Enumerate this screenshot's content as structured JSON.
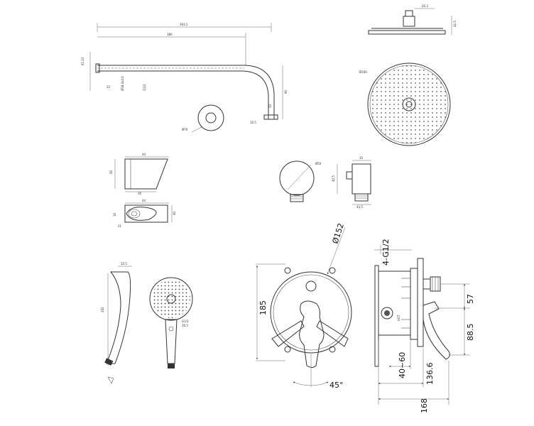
{
  "arm": {
    "len_total": "393.1",
    "len_inner": "380",
    "height": "61.13",
    "small": "22",
    "pipe": "Ø38.4x4.6",
    "thread": "G1/2",
    "drop": "90",
    "end": "33",
    "flange_d": "Ø70",
    "tip": "10.5"
  },
  "rain_head": {
    "height": "20.3",
    "thick": "42.5",
    "dia": "Ø300"
  },
  "holder": {
    "top_w": "44",
    "height": "56",
    "bottom_w": "30",
    "plan_w": "44",
    "plan_h": "40",
    "side": "16",
    "slot": "21"
  },
  "elbow": {
    "dia": "Ø50",
    "width": "35",
    "height": "40.5",
    "depth": "43.5"
  },
  "hand": {
    "width": "32.5",
    "length": "265",
    "thread": "G1/2",
    "tip": "26.5"
  },
  "valve": {
    "dia": "Ø152",
    "height": "185",
    "angle": "45°",
    "thread": "4-G1/2",
    "d57": "57",
    "d88": "88.5",
    "d40": "40~60",
    "d136": "136.6",
    "d168": "168",
    "hot": "HOT"
  }
}
